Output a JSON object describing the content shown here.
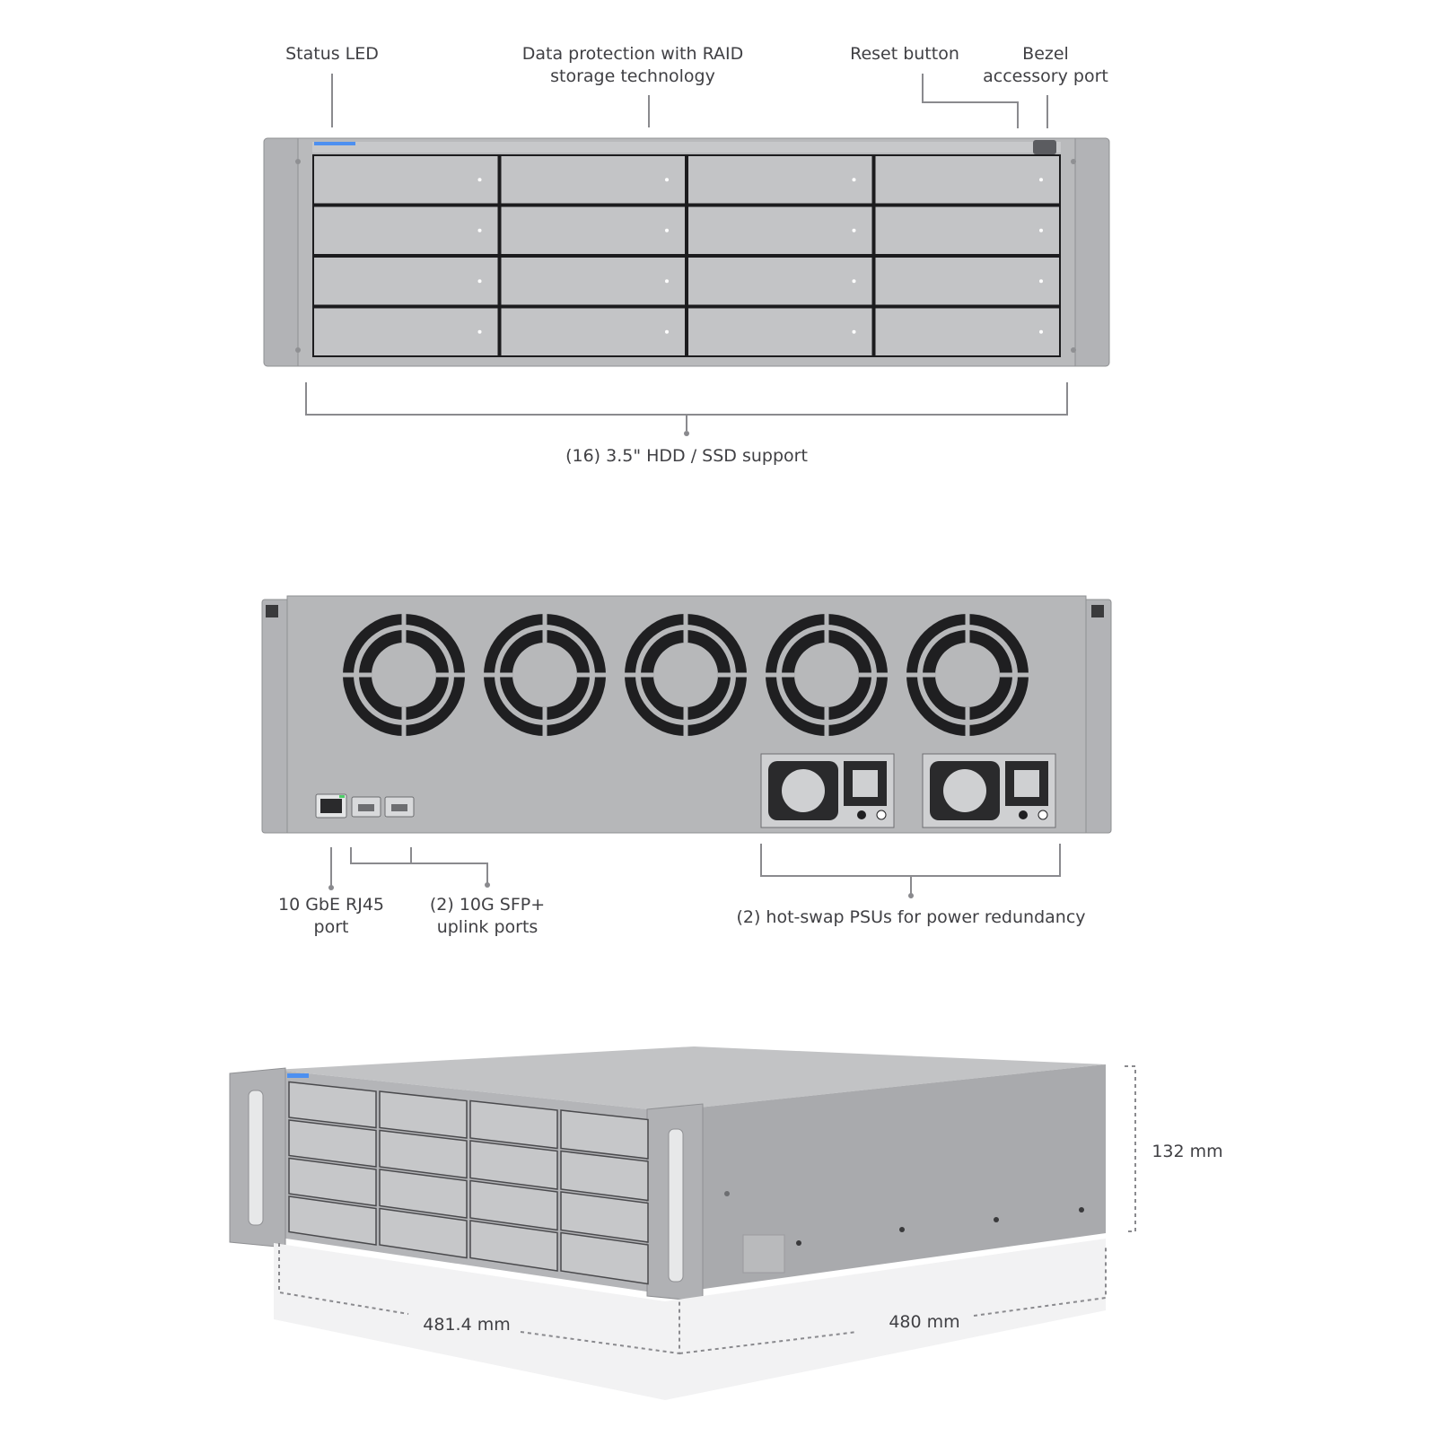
{
  "colors": {
    "chassis": "#b7b8ba",
    "chassis_dark": "#9fa0a3",
    "bay": "#c3c4c6",
    "bay_gap": "#1c1c1e",
    "fan": "#1f1f21",
    "led_accent": "#4d90f0",
    "leader": "#8a8a8e",
    "text": "#404044"
  },
  "front_view": {
    "callouts": {
      "status_led": "Status LED",
      "raid_line1": "Data protection with RAID",
      "raid_line2": "storage technology",
      "reset_button": "Reset button",
      "bezel_line1": "Bezel",
      "bezel_line2": "accessory port",
      "drive_support": "(16) 3.5\" HDD / SSD support"
    },
    "bay_rows": 4,
    "bay_columns": 4
  },
  "rear_view": {
    "fan_count": 5,
    "psu_count": 2,
    "callouts": {
      "rj45_line1": "10 GbE RJ45",
      "rj45_line2": "port",
      "sfp_line1": "(2) 10G SFP+",
      "sfp_line2": "uplink ports",
      "psu": "(2) hot-swap PSUs for power redundancy"
    }
  },
  "perspective_view": {
    "dimensions": {
      "height": "132 mm",
      "width": "481.4 mm",
      "depth": "480 mm"
    }
  }
}
